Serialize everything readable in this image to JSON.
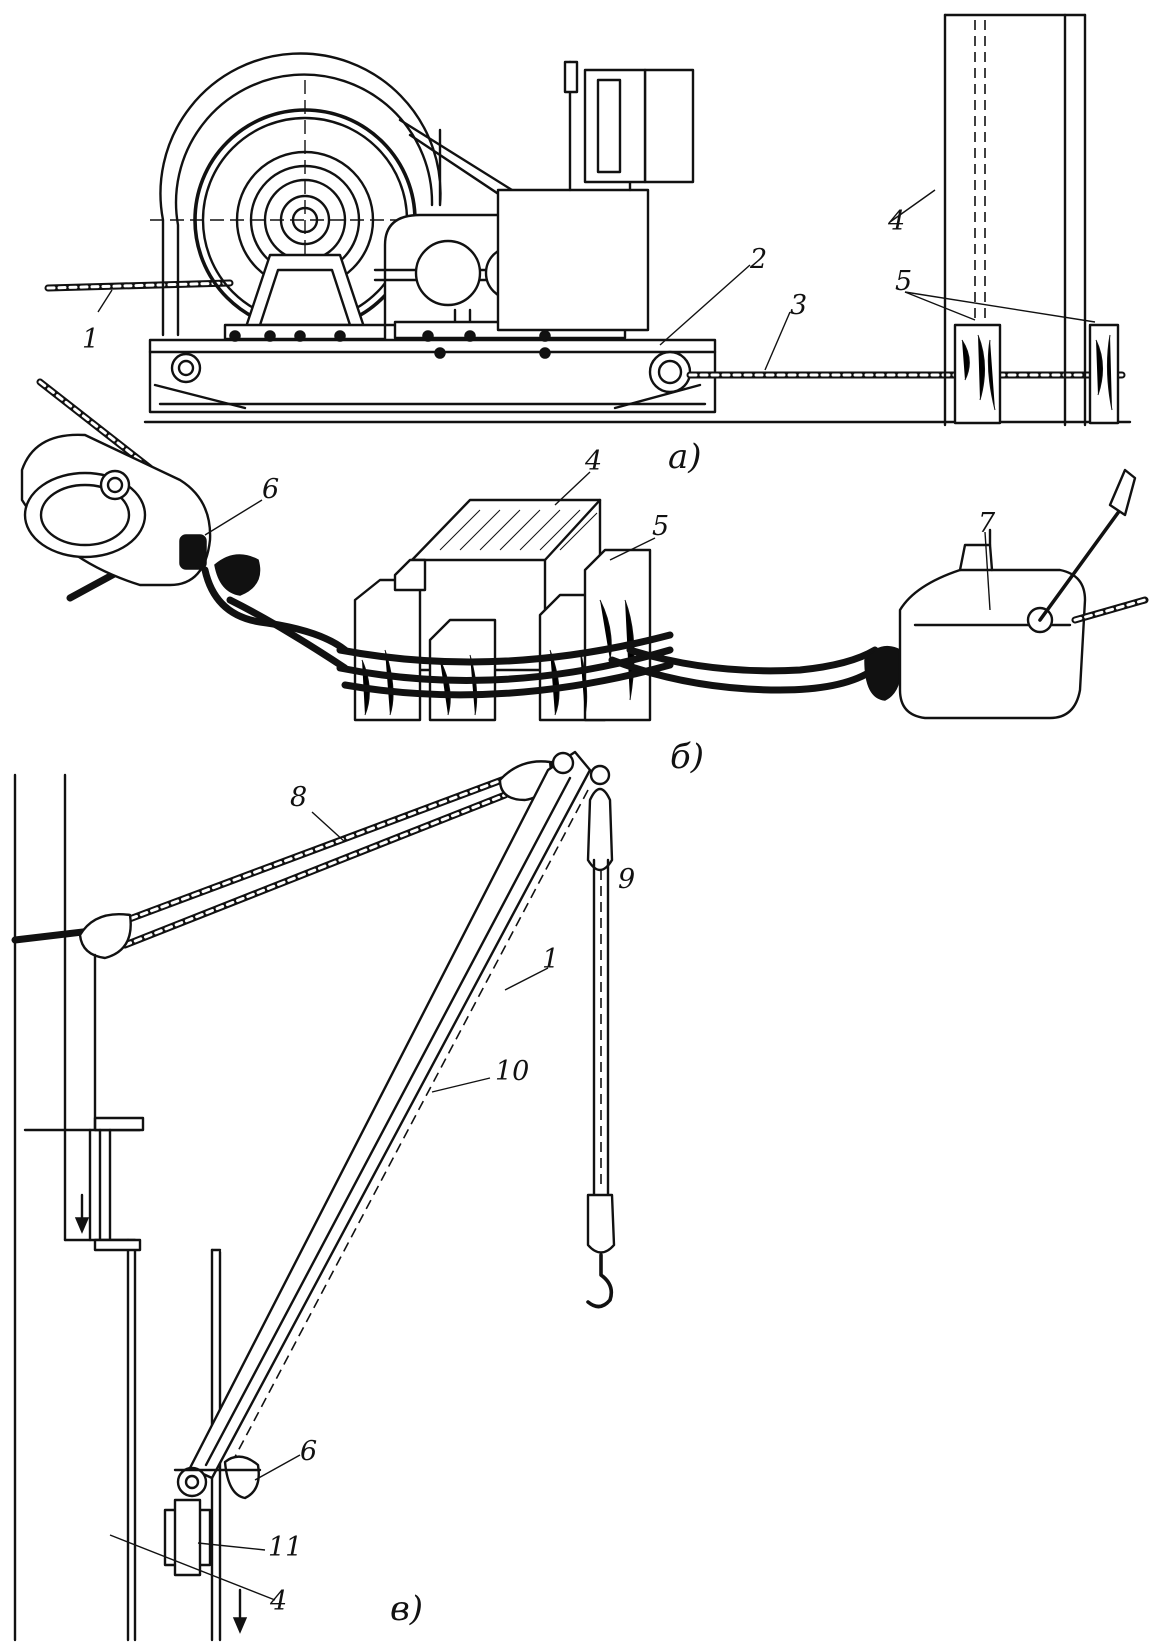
{
  "figure": {
    "panels": [
      {
        "id": "a",
        "caption": "а)",
        "labels": [
          "1",
          "2",
          "3",
          "4",
          "5"
        ]
      },
      {
        "id": "b",
        "caption": "б)",
        "labels": [
          "4",
          "5",
          "6",
          "7"
        ]
      },
      {
        "id": "v",
        "caption": "в)",
        "labels": [
          "1",
          "4",
          "6",
          "8",
          "9",
          "10",
          "11"
        ]
      }
    ]
  }
}
